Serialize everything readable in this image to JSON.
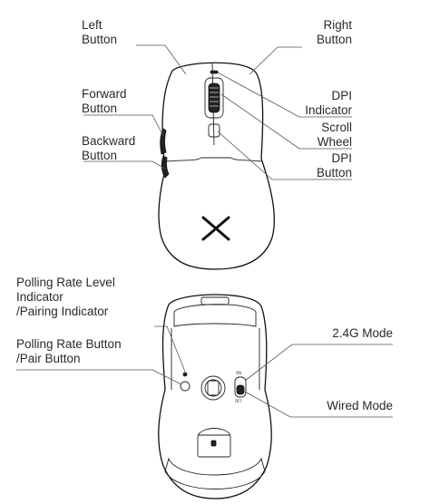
{
  "top_view": {
    "left_button": [
      "Left",
      "Button"
    ],
    "right_button": [
      "Right",
      "Button"
    ],
    "forward_button": [
      "Forward",
      "Button"
    ],
    "backward_button": [
      "Backward",
      "Button"
    ],
    "dpi_indicator": [
      "DPI",
      "Indicator"
    ],
    "scroll_wheel": [
      "Scroll",
      "Wheel"
    ],
    "dpi_button": [
      "DPI",
      "Button"
    ]
  },
  "bottom_view": {
    "polling_indicator": [
      "Polling Rate Level",
      "Indicator",
      "/Pairing Indicator"
    ],
    "polling_button": [
      "Polling Rate Button",
      "/Pair Button"
    ],
    "mode_24g": "2.4G Mode",
    "mode_wired": "Wired Mode",
    "switch_marks": [
      "ON",
      "OFF"
    ]
  }
}
